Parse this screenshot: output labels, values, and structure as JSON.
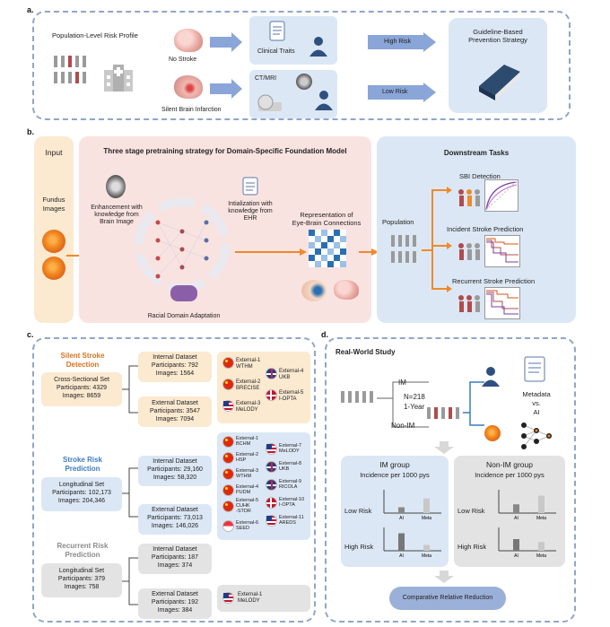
{
  "panel_a": {
    "label": "a.",
    "population_profile": "Population-Level Risk Profile",
    "no_stroke": "No Stroke",
    "silent_brain_infarction": "Silent Brain Infarction",
    "clinical_traits": "Clinical Traits",
    "ct_mri": "CT/MRI",
    "high_risk": "High Risk",
    "low_risk": "Low Risk",
    "guideline_line1": "Guideline-Based",
    "guideline_line2": "Prevention Strategy"
  },
  "panel_b": {
    "label": "b.",
    "input_title": "Input",
    "fundus_line1": "Fundus",
    "fundus_line2": "Images",
    "pretraining_title": "Three stage pretraining strategy for Domain-Specific Foundation Model",
    "enhancement_line1": "Enhancement with",
    "enhancement_line2": "knowledge from",
    "enhancement_line3": "Brain Image",
    "init_line1": "Intialization with",
    "init_line2": "knowledge from",
    "init_line3": "EHR",
    "repr_line1": "Representation of",
    "repr_line2": "Eye-Brain Connections",
    "racial": "Racial Domain Adaptation",
    "downstream_title": "Downstream Tasks",
    "population": "Population",
    "sbi_detection": "SBI Detection",
    "incident_stroke": "Incident Stroke Prediction",
    "recurrent_stroke": "Recurrent Stroke Prediction"
  },
  "panel_c": {
    "label": "c.",
    "silent_title_line1": "Silent Stroke",
    "silent_title_line2": "Detection",
    "cross_sectional_line1": "Cross-Sectional Set",
    "cross_sectional_line2": "Participants: 4329",
    "cross_sectional_line3": "Images: 8659",
    "s_internal_line1": "Internal Dataset",
    "s_internal_line2": "Participants: 792",
    "s_internal_line3": "Images: 1564",
    "s_external_line1": "External Dataset",
    "s_external_line2": "Participants: 3547",
    "s_external_line3": "Images: 7094",
    "s_ext1": "External-1\nWTHM",
    "s_ext2": "External-2\nBRECISE",
    "s_ext3": "External-3\nMeLODY",
    "s_ext4": "External-4\nUKB",
    "s_ext5": "External-5\nI-OPTA",
    "risk_title_line1": "Stroke Risk",
    "risk_title_line2": "Prediction",
    "longitudinal_line1": "Longitudinal Set",
    "longitudinal_line2": "Participants: 102,173",
    "longitudinal_line3": "Images: 204,346",
    "r_internal_line1": "Internal Dataset",
    "r_internal_line2": "Participants: 29,160",
    "r_internal_line3": "Images: 58,320",
    "r_external_line1": "External Dataset",
    "r_external_line2": "Participants: 73,013",
    "r_external_line3": "Images: 146,026",
    "r_ext1": "External-1\nBCHM",
    "r_ext2": "External-2\nHSP",
    "r_ext3": "External-3\nWTHM",
    "r_ext4": "External-4\nPUDM",
    "r_ext5": "External-5\nCUHK\n-STDR",
    "r_ext6": "External-6\nSEED",
    "r_ext7": "External-7\nMeLODY",
    "r_ext8": "External-8\nUKB",
    "r_ext9": "External-9\nRICOLA",
    "r_ext10": "External-10\nI-OPTA",
    "r_ext11": "External-11\nAREDS",
    "rec_title_line1": "Recurrent Risk",
    "rec_title_line2": "Prediction",
    "rec_long_line1": "Longitudinal Set",
    "rec_long_line2": "Participants: 379",
    "rec_long_line3": "Images: 758",
    "rec_internal_line1": "Internal Dataset",
    "rec_internal_line2": "Participants: 187",
    "rec_internal_line3": "Images: 374",
    "rec_external_line1": "External Dataset",
    "rec_external_line2": "Participants: 192",
    "rec_external_line3": "Images: 384",
    "rec_ext1": "External-1\nMeLODY"
  },
  "panel_d": {
    "label": "d.",
    "title": "Real-World Study",
    "im": "IM",
    "non_im": "Non-IM",
    "n_line1": "N=218",
    "n_line2": "1-Year",
    "metadata": "Metadata",
    "vs": "vs.",
    "ai": "AI",
    "im_group": "IM group",
    "non_im_group": "Non-IM group",
    "incidence": "Incidence per 1000 pys",
    "low_risk": "Low Risk",
    "high_risk": "High Risk",
    "ai_tick": "AI",
    "meta_tick": "Meta",
    "result": "Comparative Relative Reduction"
  },
  "chart_data": {
    "type": "bar",
    "categories": [
      "AI",
      "Meta"
    ],
    "series_note": "",
    "im_low": [
      2,
      5
    ],
    "im_high": [
      6,
      2
    ],
    "nonim_low": [
      3,
      6
    ],
    "nonim_high": [
      4,
      3
    ],
    "ylim": [
      0,
      8
    ]
  },
  "colors": {
    "dash": "#8fa6c8",
    "light_blue": "#dce7f5",
    "light_pink": "#f9e3e0",
    "light_orange": "#fbe9d0",
    "arrow_blue": "#8aa5d8",
    "orange": "#ee8a2a",
    "title_orange": "#d9731f",
    "title_blue": "#3b7cbf",
    "grey": "#e3e3e3"
  }
}
